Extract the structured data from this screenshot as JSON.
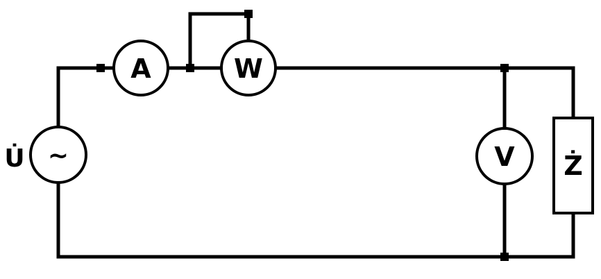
{
  "diagram": {
    "source_label": "U̇",
    "source_symbol": "~",
    "ammeter_label": "A",
    "wattmeter_label": "W",
    "voltmeter_label": "V",
    "impedance_label": "Ż"
  }
}
